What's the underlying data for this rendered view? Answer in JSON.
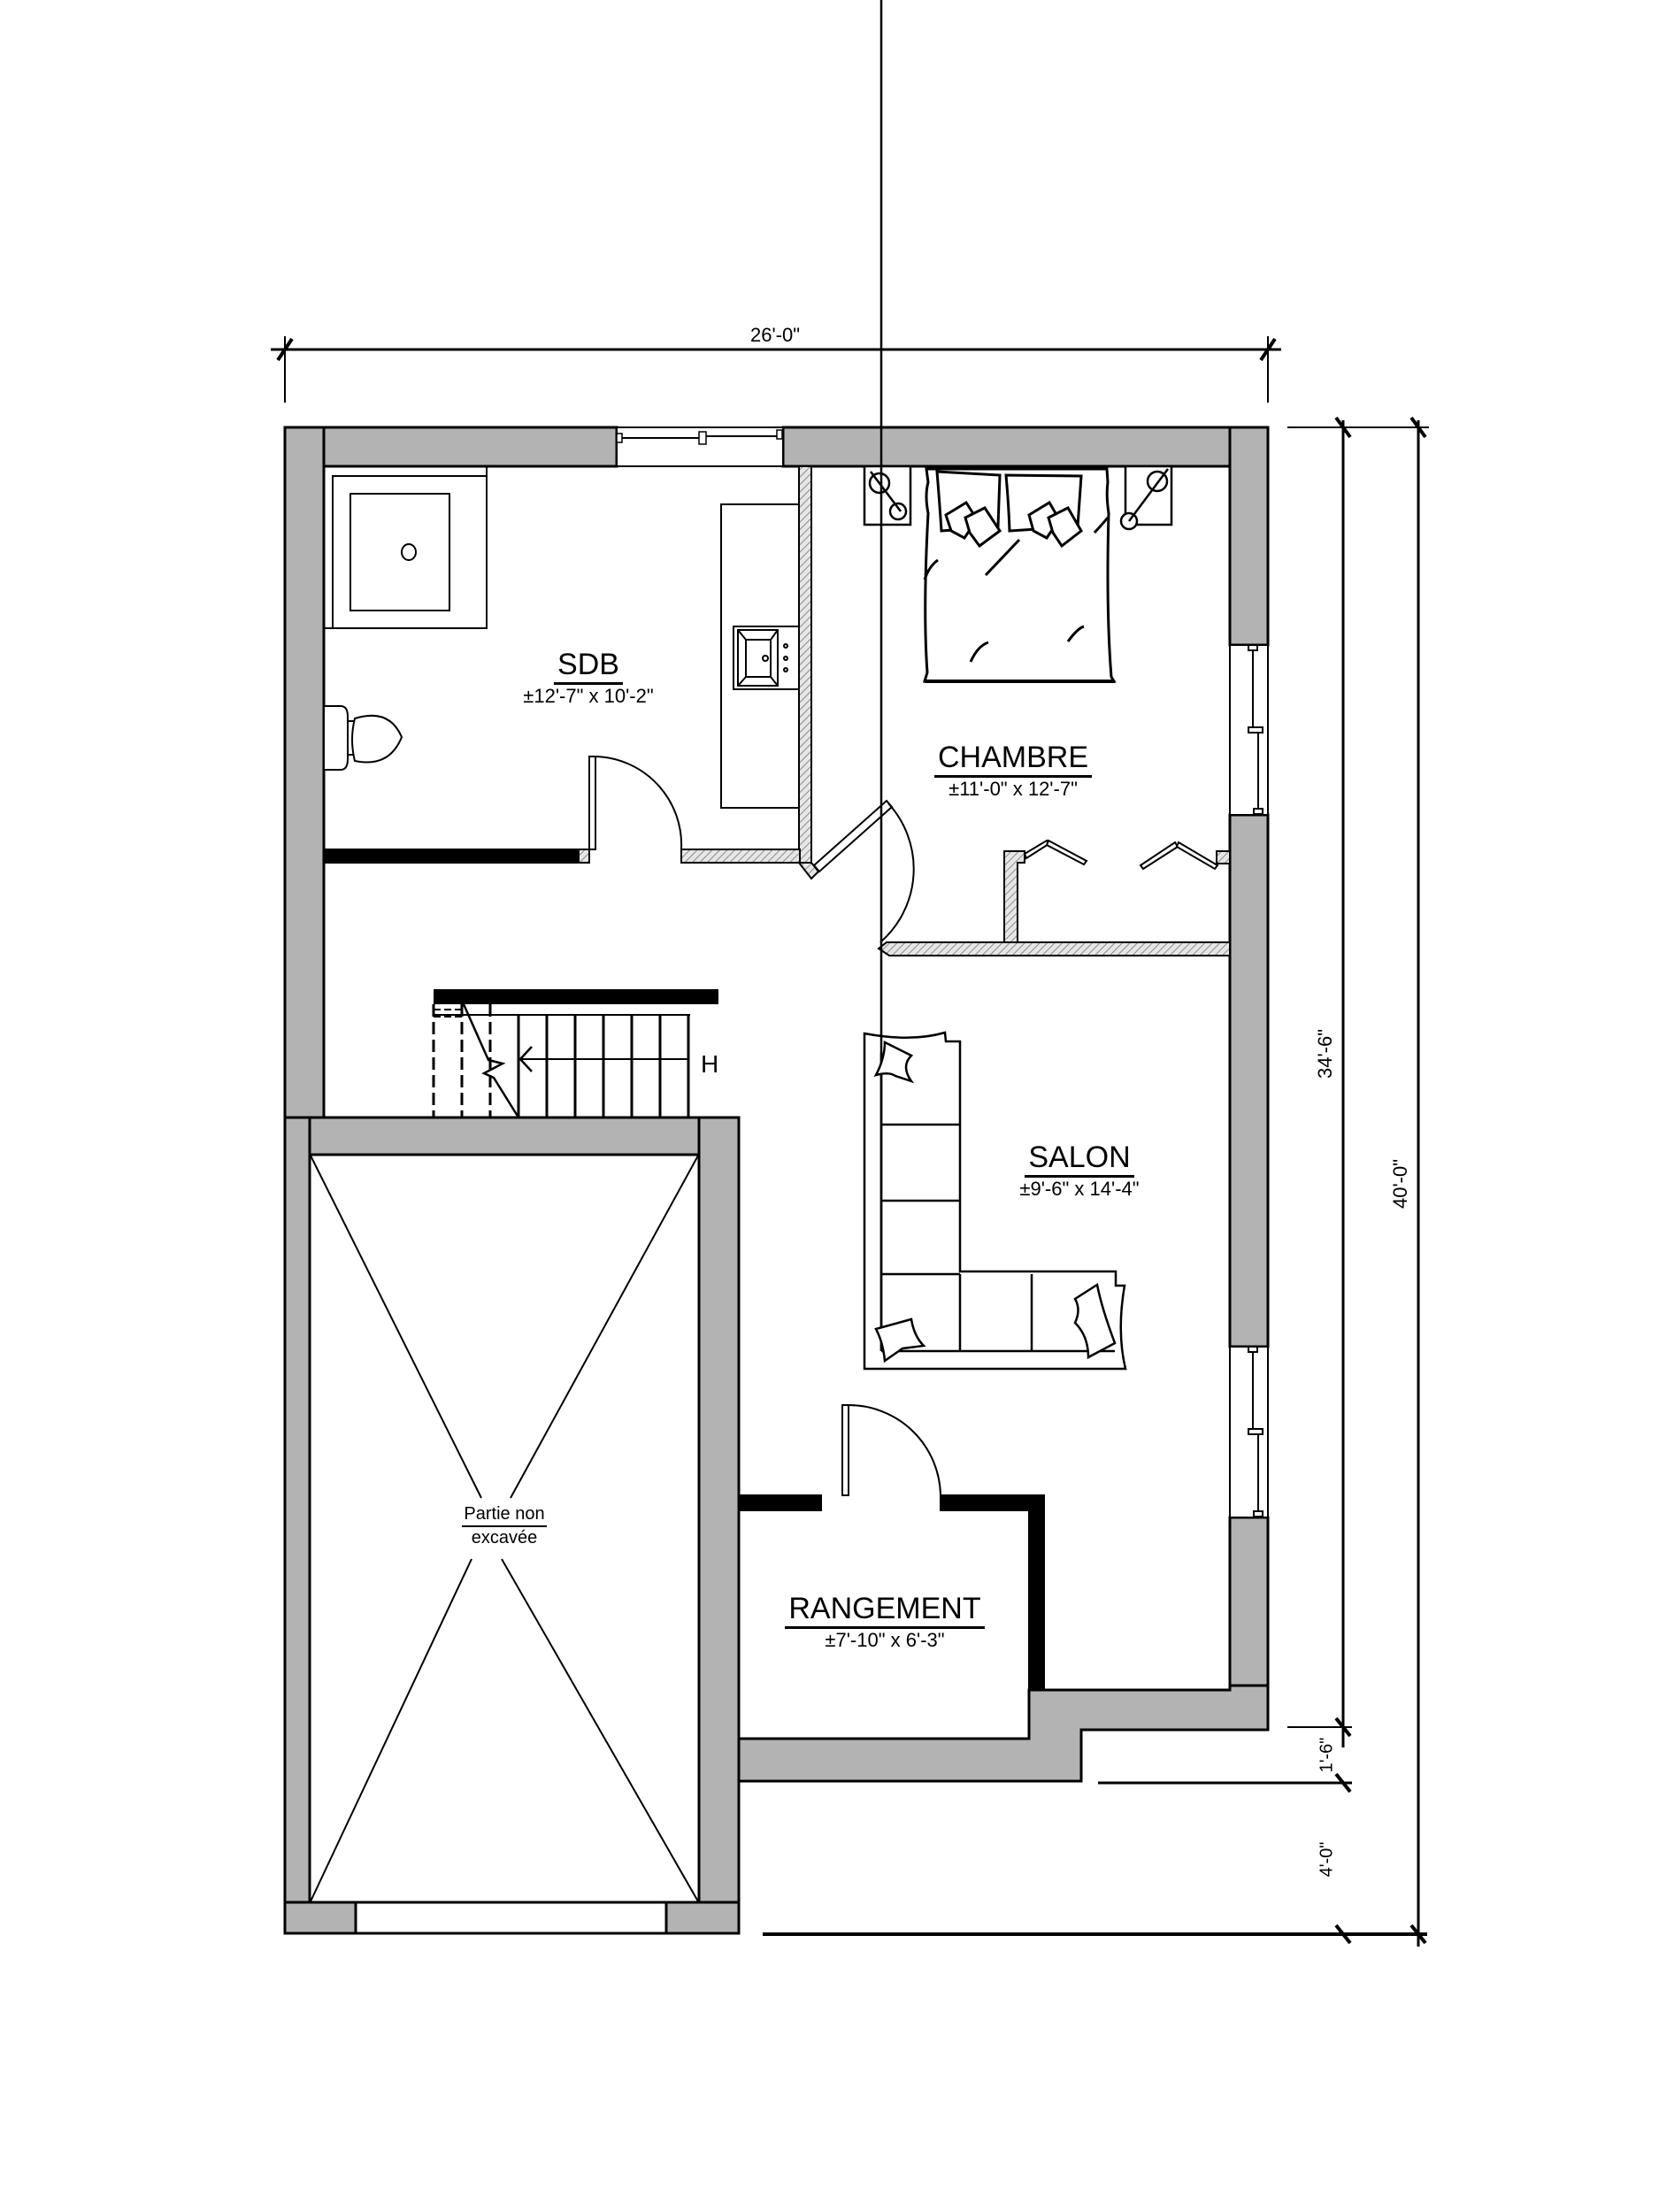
{
  "plan": {
    "colors": {
      "wall_fill": "#b3b3b3",
      "line": "#000000",
      "background": "#ffffff",
      "hatch": "#9a9a9a"
    },
    "dimensions": {
      "overall_width": "26'-0\"",
      "interior_depth": "34'-6\"",
      "overall_depth": "40'-0\"",
      "step_offset": "1'-6\"",
      "rear_offset": "4'-0\""
    },
    "rooms": [
      {
        "id": "sdb",
        "name": "SDB",
        "size": "±12'-7\" x 10'-2\""
      },
      {
        "id": "chambre",
        "name": "CHAMBRE",
        "size": "±11'-0\" x 12'-7\""
      },
      {
        "id": "salon",
        "name": "SALON",
        "size": "±9'-6\" x 14'-4\""
      },
      {
        "id": "rangement",
        "name": "RANGEMENT",
        "size": "±7'-10\" x 6'-3\""
      }
    ],
    "unexcavated": {
      "line1": "Partie non",
      "line2": "excavée"
    },
    "stair": {
      "direction_label": "H"
    }
  }
}
